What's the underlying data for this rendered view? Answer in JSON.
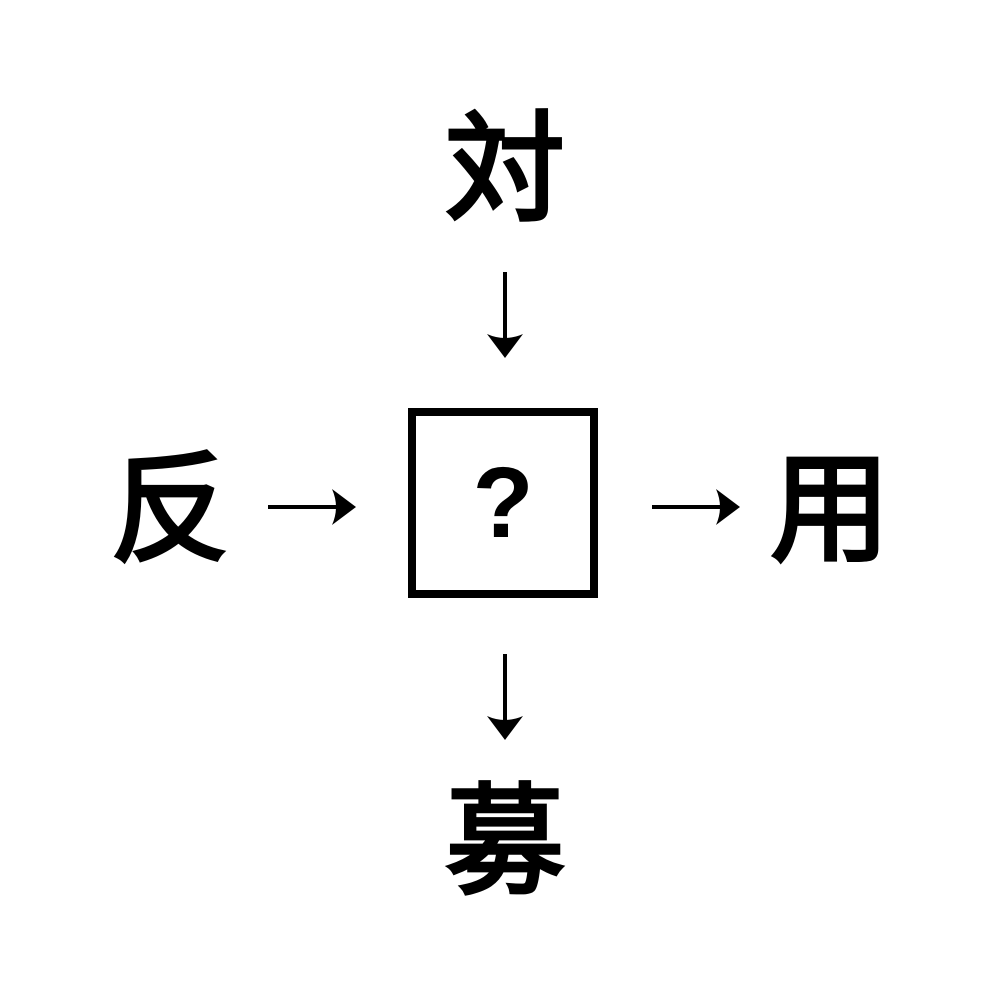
{
  "puzzle": {
    "top_kanji": "対",
    "left_kanji": "反",
    "right_kanji": "用",
    "bottom_kanji": "募",
    "center_placeholder": "?"
  },
  "icons": {
    "arrow_down_top": "down-arrow from top kanji into center box",
    "arrow_right_left": "right-arrow from left kanji into center box",
    "arrow_right_out": "right-arrow from center box to right kanji",
    "arrow_down_bottom": "down-arrow from center box to bottom kanji"
  },
  "colors": {
    "foreground": "#000000",
    "background": "#ffffff"
  }
}
